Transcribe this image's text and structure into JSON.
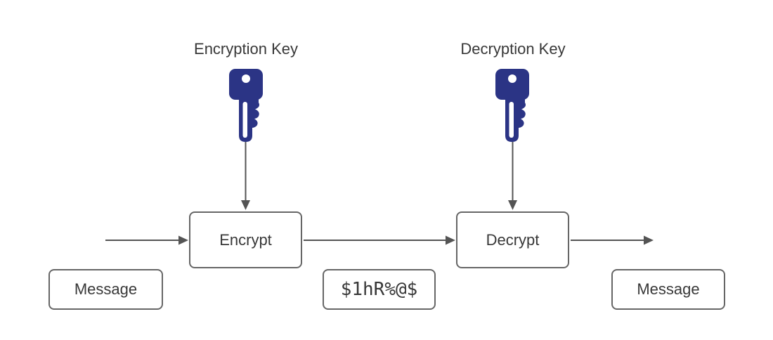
{
  "colors": {
    "background": "#FFFFFF",
    "key_blue": "#2B3485",
    "box_border": "#666666",
    "arrow_gray": "#545454",
    "text_dark": "#383838"
  },
  "diagram": {
    "labels": {
      "encryption_key": "Encryption Key",
      "decryption_key": "Decryption Key"
    },
    "nodes": {
      "encrypt": "Encrypt",
      "decrypt": "Decrypt",
      "message_left": "Message",
      "ciphertext": "$1hR%@$",
      "message_right": "Message"
    },
    "icons": {
      "encryption_key": "key-icon",
      "decryption_key": "key-icon"
    }
  }
}
